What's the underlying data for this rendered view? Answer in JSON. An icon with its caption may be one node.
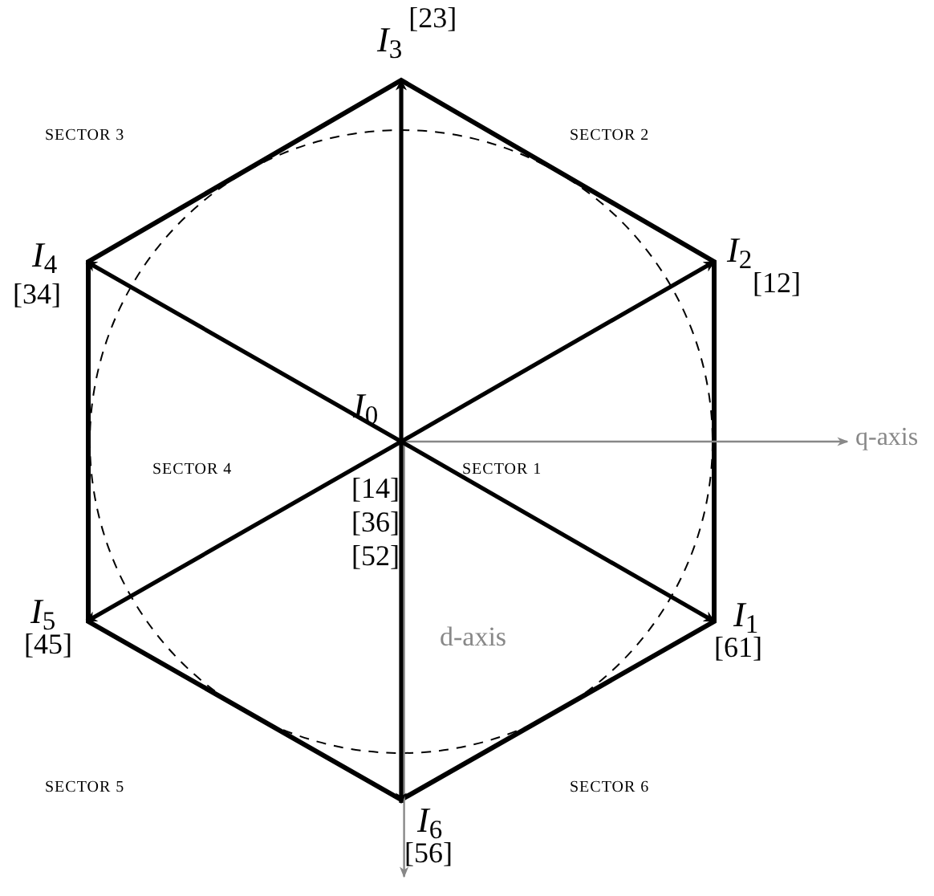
{
  "diagram": {
    "nodes": [
      {
        "text": [
          "*I*$_{0}$"
        ],
        "beside": [
          "[14] [36] [52]"
        ]
      },
      {
        "text": [
          "*I*$_{1}$",
          "[61]"
        ]
      },
      {
        "text": [
          "*I*$_{2}$",
          "[12]"
        ]
      },
      {
        "text": [
          "*I*$_{3}$",
          "[23]"
        ]
      },
      {
        "text": [
          "*I*$_{4}$",
          "[34]"
        ]
      },
      {
        "text": [
          "*I*$_{5}$",
          "[45]"
        ]
      },
      {
        "text": [
          "*I*$_{6}$",
          "[56]"
        ]
      }
    ],
    "edges": [
      {
        "from": 0,
        "to": 1,
        "arrow": "to"
      },
      {
        "from": 0,
        "to": 2,
        "arrow": "to"
      },
      {
        "from": 0,
        "to": 3,
        "arrow": "to"
      },
      {
        "from": 0,
        "to": 4,
        "arrow": "to"
      },
      {
        "from": 0,
        "to": 5,
        "arrow": "to"
      },
      {
        "from": 0,
        "to": 6,
        "arrow": "to"
      }
    ],
    "labels": [
      "SECTOR 3",
      "SECTOR 2",
      "SECTOR 4",
      "SECTOR 1",
      "q-axis",
      "d-axis",
      "SECTOR 5",
      "SECTOR 6"
    ]
  }
}
